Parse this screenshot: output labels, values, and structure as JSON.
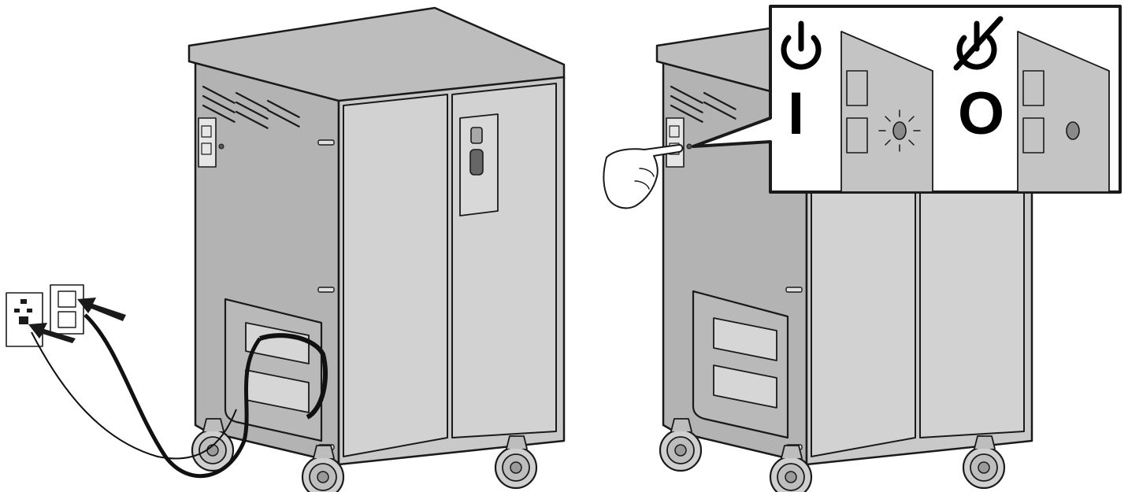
{
  "callout": {
    "on_state": {
      "symbol_icon": "power-icon",
      "label": "I",
      "indicator": "lit"
    },
    "off_state": {
      "symbol_icon": "power-off-icon",
      "label": "O",
      "indicator": "unlit"
    }
  },
  "colors": {
    "cabinet": "#c9c9c9",
    "outline": "#1a1a1a",
    "cord": "#111111",
    "callout_border": "#1a1a1a",
    "background": "#ffffff"
  }
}
